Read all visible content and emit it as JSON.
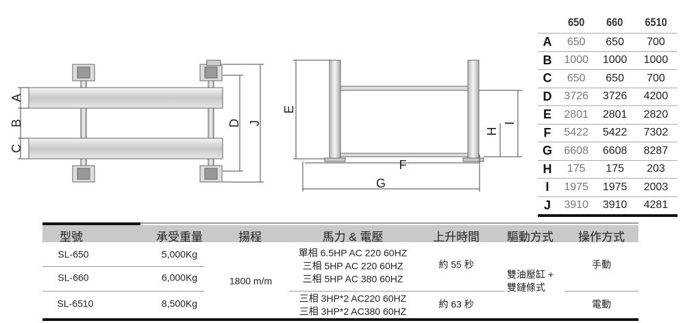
{
  "diagram": {
    "top_view_labels": [
      "A",
      "B",
      "C",
      "D",
      "J"
    ],
    "side_view_labels": [
      "E",
      "F",
      "G",
      "H",
      "I"
    ]
  },
  "dimensions": {
    "columns": [
      "650",
      "660",
      "6510"
    ],
    "rows": [
      {
        "label": "A",
        "values": [
          "650",
          "650",
          "700"
        ]
      },
      {
        "label": "B",
        "values": [
          "1000",
          "1000",
          "1000"
        ]
      },
      {
        "label": "C",
        "values": [
          "650",
          "650",
          "700"
        ]
      },
      {
        "label": "D",
        "values": [
          "3726",
          "3726",
          "4200"
        ]
      },
      {
        "label": "E",
        "values": [
          "2801",
          "2801",
          "2820"
        ]
      },
      {
        "label": "F",
        "values": [
          "5422",
          "5422",
          "7302"
        ]
      },
      {
        "label": "G",
        "values": [
          "6608",
          "6608",
          "8287"
        ]
      },
      {
        "label": "H",
        "values": [
          "175",
          "175",
          "203"
        ]
      },
      {
        "label": "I",
        "values": [
          "1975",
          "1975",
          "2003"
        ]
      },
      {
        "label": "J",
        "values": [
          "3910",
          "3910",
          "4281"
        ]
      }
    ]
  },
  "spec_table": {
    "headers": [
      "型號",
      "承受重量",
      "揚程",
      "馬力 & 電壓",
      "上升時間",
      "驅動方式",
      "操作方式"
    ],
    "models": [
      {
        "model": "SL-650",
        "capacity": "5,000Kg"
      },
      {
        "model": "SL-660",
        "capacity": "6,000Kg"
      },
      {
        "model": "SL-6510",
        "capacity": "8,500Kg"
      }
    ],
    "lift_height": "1800 m/m",
    "power_group1": [
      "單相 6.5HP AC 220 60HZ",
      "三相 5HP AC 220 60HZ",
      "三相 5HP AC 380 60HZ"
    ],
    "power_group2": [
      "三相 3HP*2 AC220 60HZ",
      "三相 3HP*2 AC380 60HZ"
    ],
    "rise_time1": "約 55 秒",
    "rise_time2": "約 63 秒",
    "drive": [
      "雙油壓缸 +",
      "雙鏈條式"
    ],
    "operation1": "手動",
    "operation2": "電動"
  }
}
